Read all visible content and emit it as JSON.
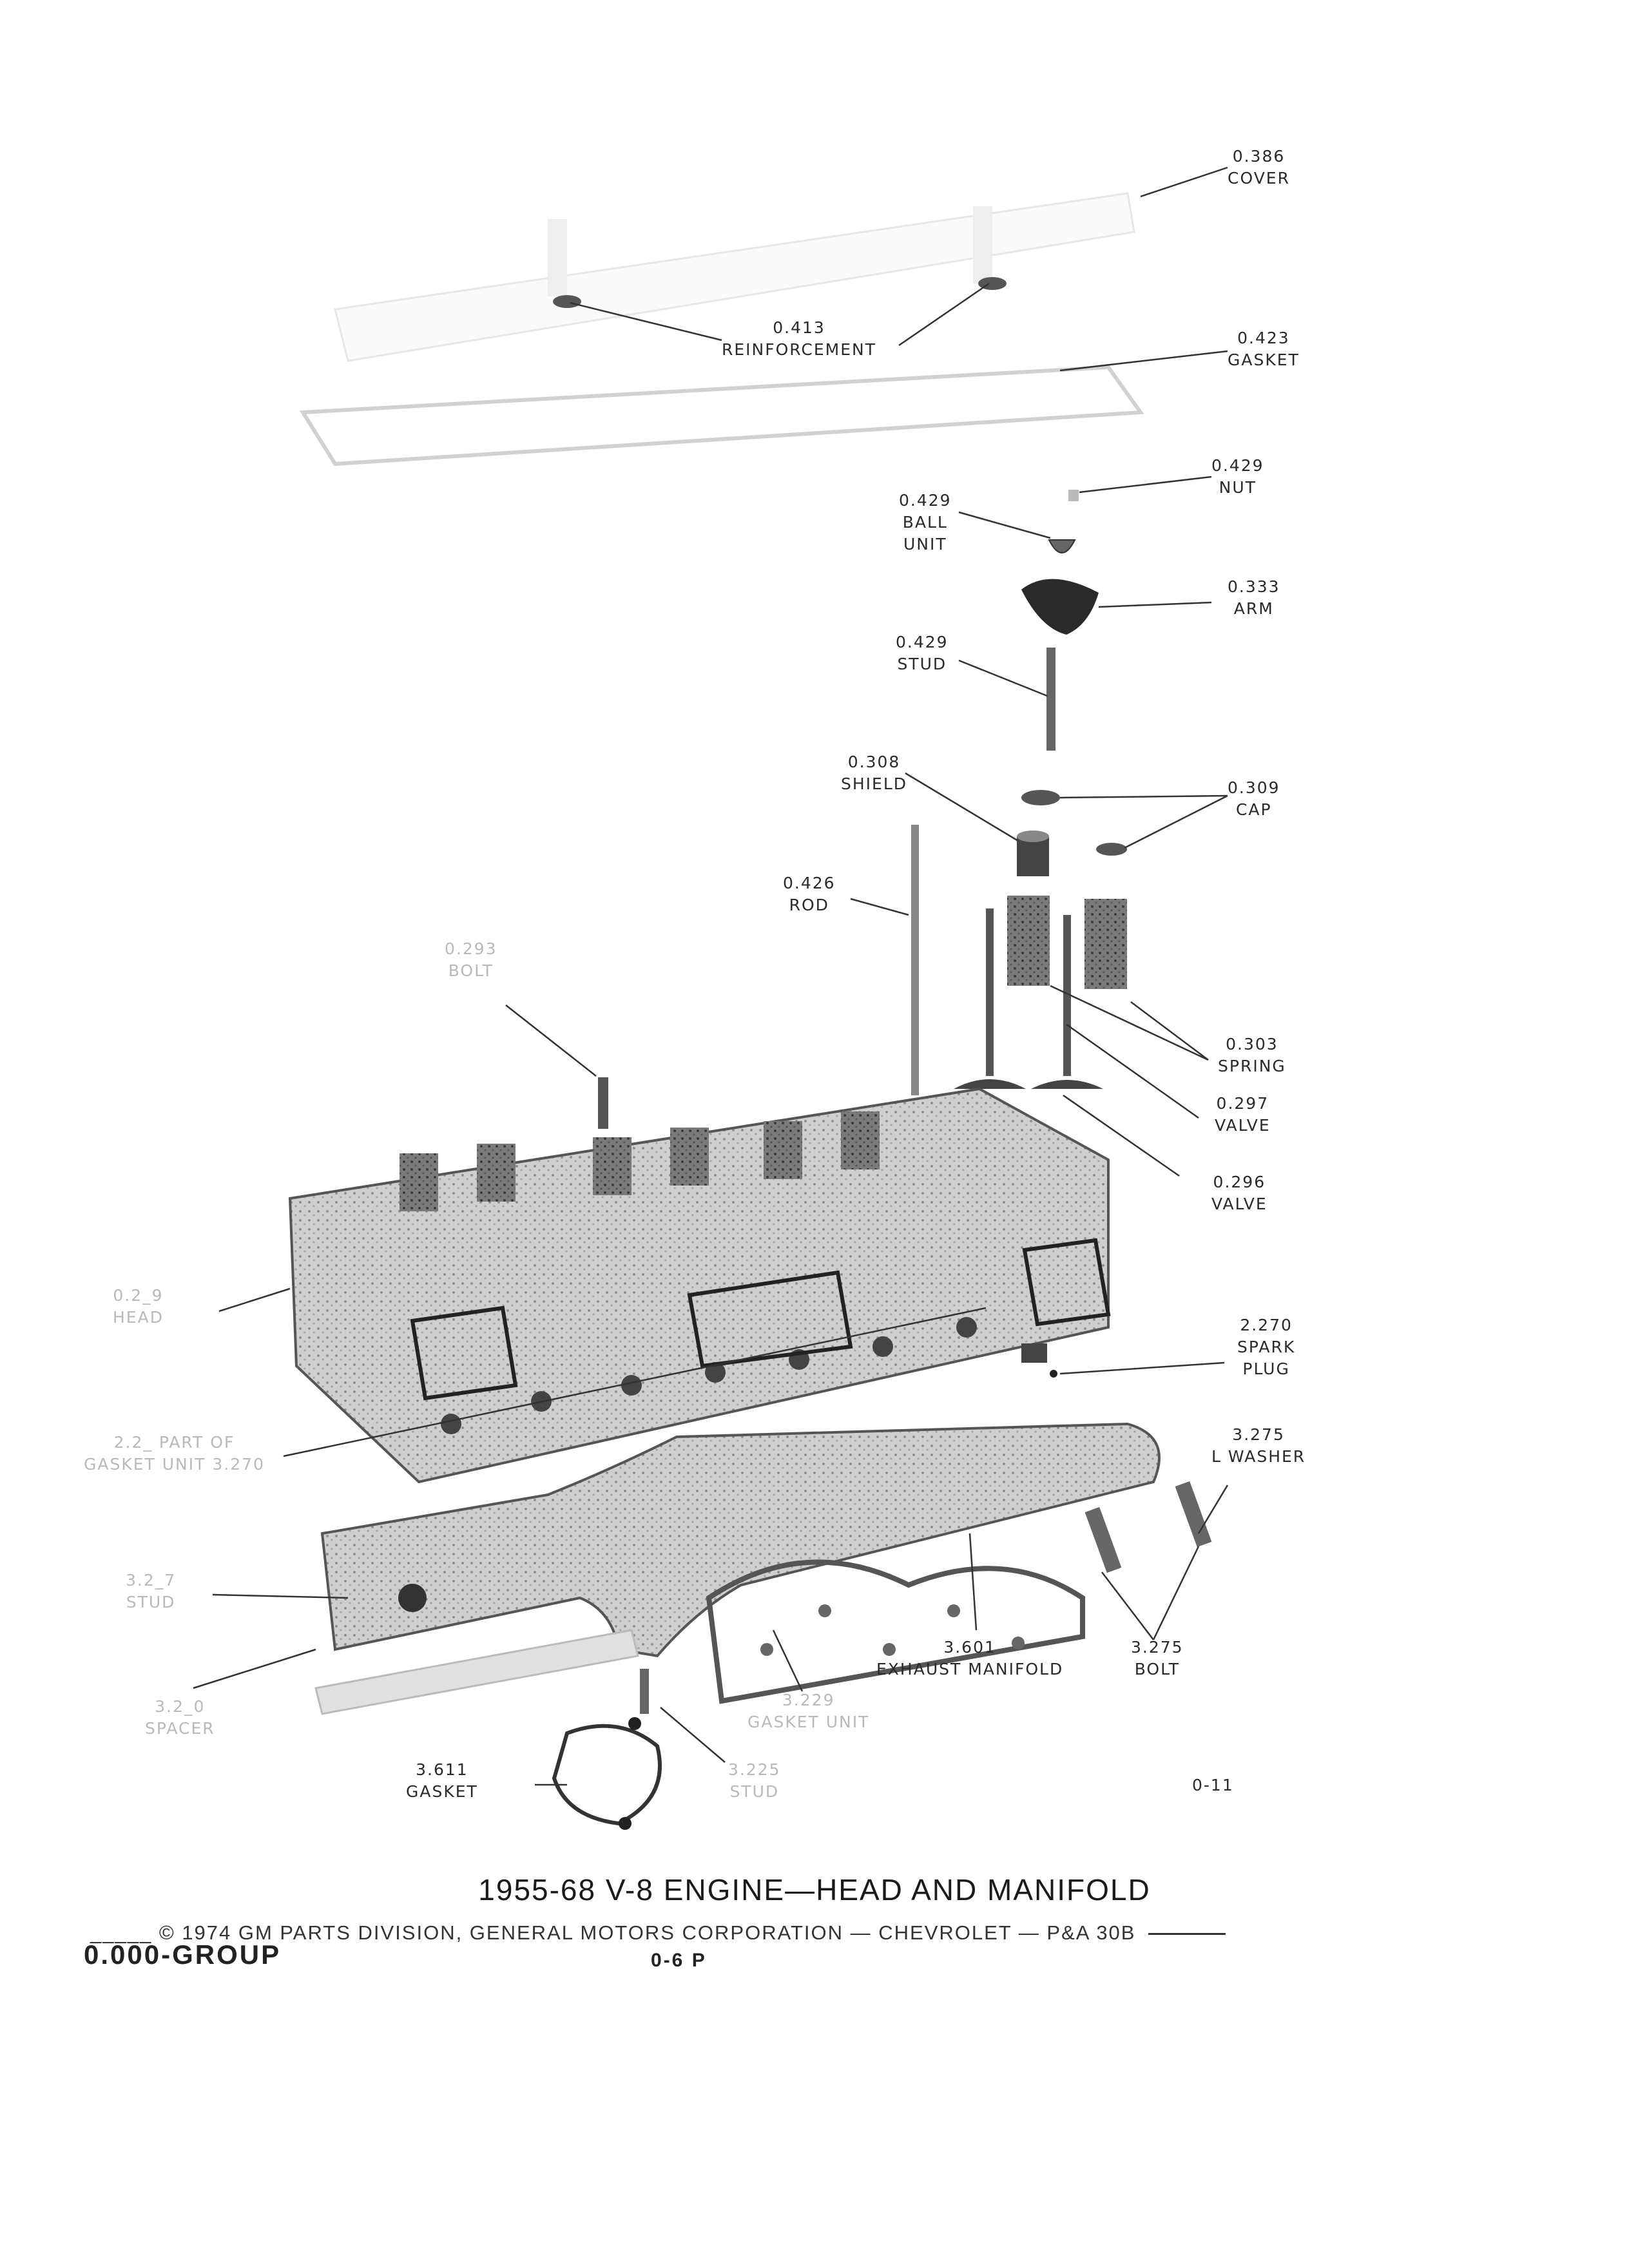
{
  "labels": {
    "cover": [
      "0.386",
      "COVER"
    ],
    "reinforcement": [
      "0.413",
      "REINFORCEMENT"
    ],
    "gasket_top": [
      "0.423",
      "GASKET"
    ],
    "nut": [
      "0.429",
      "NUT"
    ],
    "ball_unit": [
      "0.429",
      "BALL",
      "UNIT"
    ],
    "arm": [
      "0.333",
      "ARM"
    ],
    "stud_top": [
      "0.429",
      "STUD"
    ],
    "shield": [
      "0.308",
      "SHIELD"
    ],
    "cap": [
      "0.309",
      "CAP"
    ],
    "rod": [
      "0.426",
      "ROD"
    ],
    "bolt_head": [
      "0.293",
      "BOLT"
    ],
    "spring": [
      "0.303",
      "SPRING"
    ],
    "valve_297": [
      "0.297",
      "VALVE"
    ],
    "valve_296": [
      "0.296",
      "VALVE"
    ],
    "head": [
      "0.2_9",
      "HEAD"
    ],
    "spark_plug": [
      "2.270",
      "SPARK",
      "PLUG"
    ],
    "part_of": [
      "2.2_ PART OF",
      "GASKET UNIT 3.270"
    ],
    "l_washer": [
      "3.275",
      "L WASHER"
    ],
    "stud_left": [
      "3.2_7",
      "STUD"
    ],
    "spacer": [
      "3.2_0",
      "SPACER"
    ],
    "exhaust_manifold": [
      "3.601",
      "EXHAUST MANIFOLD"
    ],
    "bolt_manifold": [
      "3.275",
      "BOLT"
    ],
    "gasket_unit": [
      "3.229",
      "GASKET UNIT"
    ],
    "gasket_bottom": [
      "3.611",
      "GASKET"
    ],
    "stud_bottom": [
      "3.225",
      "STUD"
    ]
  },
  "figure_code": "0-11",
  "title": "1955-68 V-8 ENGINE—HEAD AND MANIFOLD",
  "copyright": "_____ © 1974 GM PARTS DIVISION, GENERAL MOTORS CORPORATION — CHEVROLET — P&A 30B",
  "group": "0.000-GROUP",
  "page": "0-6 P"
}
